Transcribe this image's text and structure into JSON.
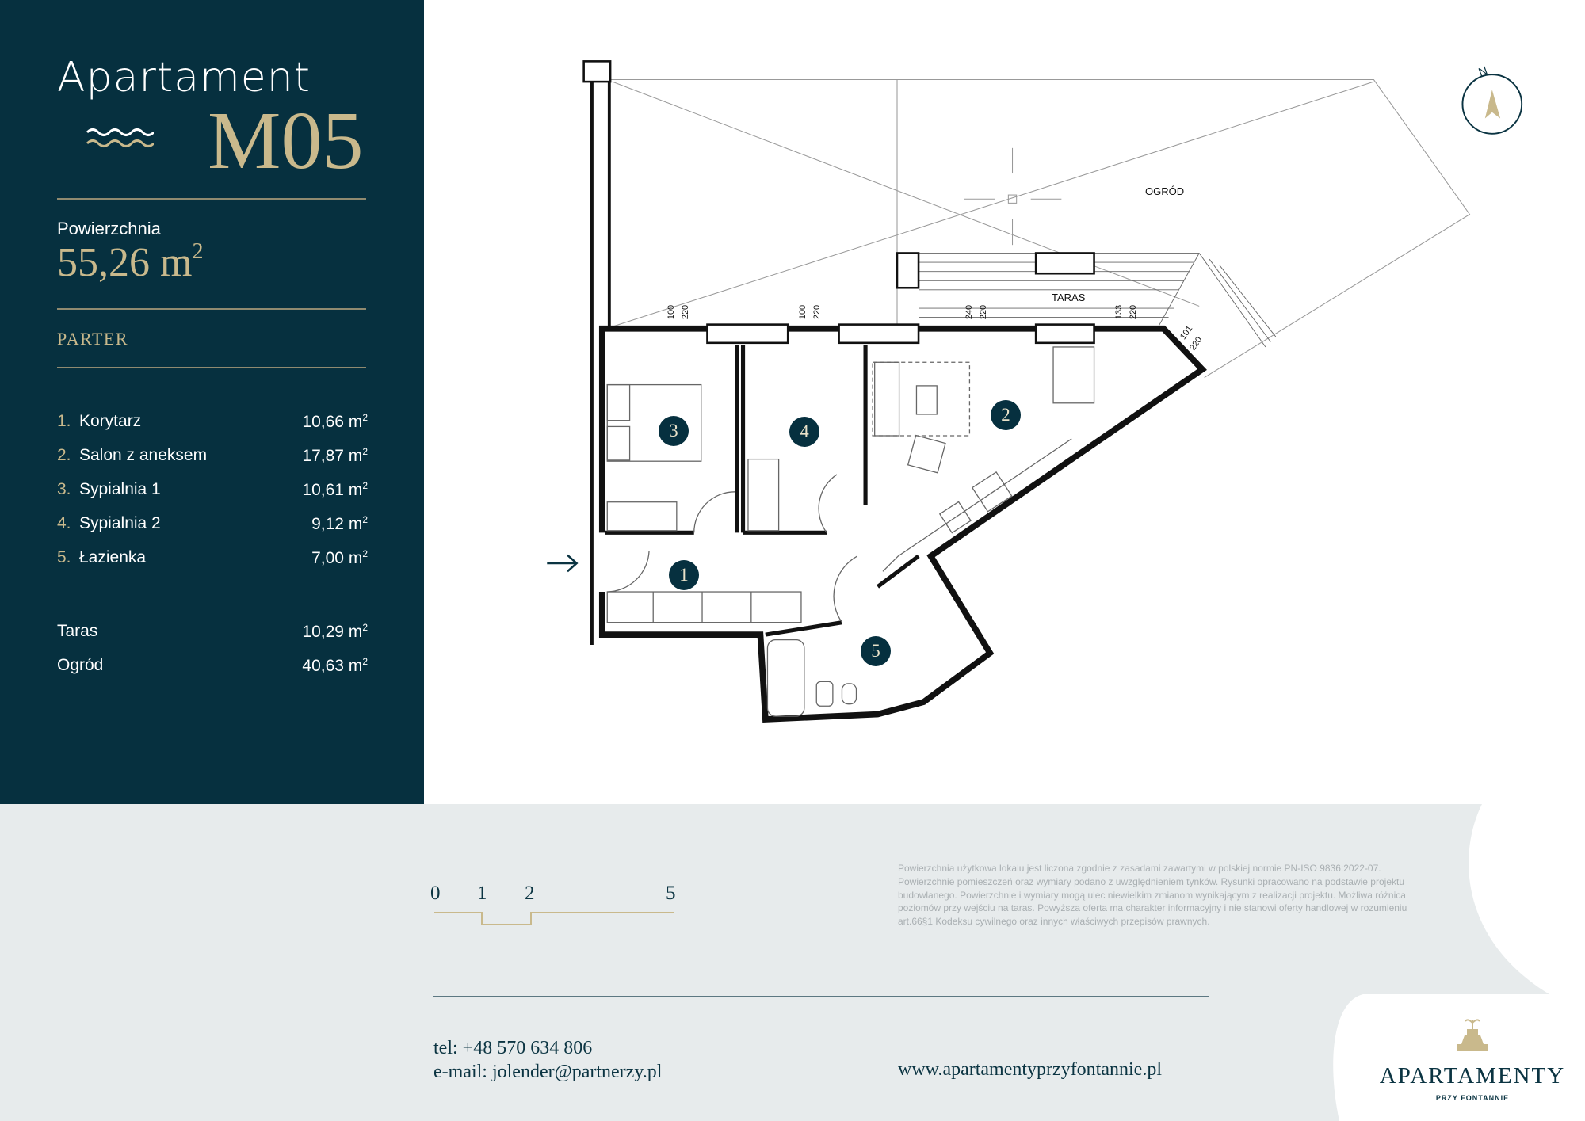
{
  "header": {
    "title": "Apartament",
    "code": "M05"
  },
  "area": {
    "label": "Powierzchnia",
    "value": "55,26 m",
    "unit_sup": "2"
  },
  "floor": "PARTER",
  "rooms": [
    {
      "num": "1.",
      "name": "Korytarz",
      "area": "10,66 m",
      "sup": "2"
    },
    {
      "num": "2.",
      "name": "Salon z aneksem",
      "area": "17,87 m",
      "sup": "2"
    },
    {
      "num": "3.",
      "name": "Sypialnia 1",
      "area": "10,61 m",
      "sup": "2"
    },
    {
      "num": "4.",
      "name": "Sypialnia 2",
      "area": "9,12 m",
      "sup": "2"
    },
    {
      "num": "5.",
      "name": "Łazienka",
      "area": "7,00 m",
      "sup": "2"
    }
  ],
  "extras": [
    {
      "name": "Taras",
      "area": "10,29 m",
      "sup": "2"
    },
    {
      "name": "Ogród",
      "area": "40,63 m",
      "sup": "2"
    }
  ],
  "plan": {
    "labels": {
      "garden": "OGRÓD",
      "terrace": "TARAS"
    },
    "room_markers": [
      "1",
      "2",
      "3",
      "4",
      "5"
    ],
    "dimensions": [
      [
        "100",
        "220"
      ],
      [
        "100",
        "220"
      ],
      [
        "240",
        "220"
      ],
      [
        "133",
        "220"
      ],
      [
        "101",
        "220"
      ]
    ],
    "compass": "N"
  },
  "scale": {
    "ticks": [
      "0",
      "1",
      "2",
      "5"
    ]
  },
  "contact": {
    "tel": "tel: +48 570 634 806",
    "email": "e-mail: jolender@partnerzy.pl",
    "website": "www.apartamentyprzyfontannie.pl"
  },
  "disclaimer": "Powierzchnia użytkowa lokalu jest liczona zgodnie z zasadami zawartymi w polskiej normie PN-ISO 9836:2022-07. Powierzchnie pomieszczeń oraz wymiary podano z uwzględnieniem tynków. Rysunki opracowano na podstawie projektu budowlanego. Powierzchnie i wymiary mogą ulec niewielkim zmianom wynikającym z realizacji projektu. Możliwa różnica poziomów przy wejściu na taras. Powyższa oferta ma charakter informacyjny i nie stanowi oferty handlowej w rozumieniu art.66§1 Kodeksu cywilnego oraz innych właściwych przepisów prawnych.",
  "logo": {
    "main": "APARTAMENTY",
    "sub": "PRZY FONTANNIE"
  },
  "colors": {
    "navy": "#06303f",
    "gold": "#c9b98c",
    "band": "#e7ebec"
  }
}
